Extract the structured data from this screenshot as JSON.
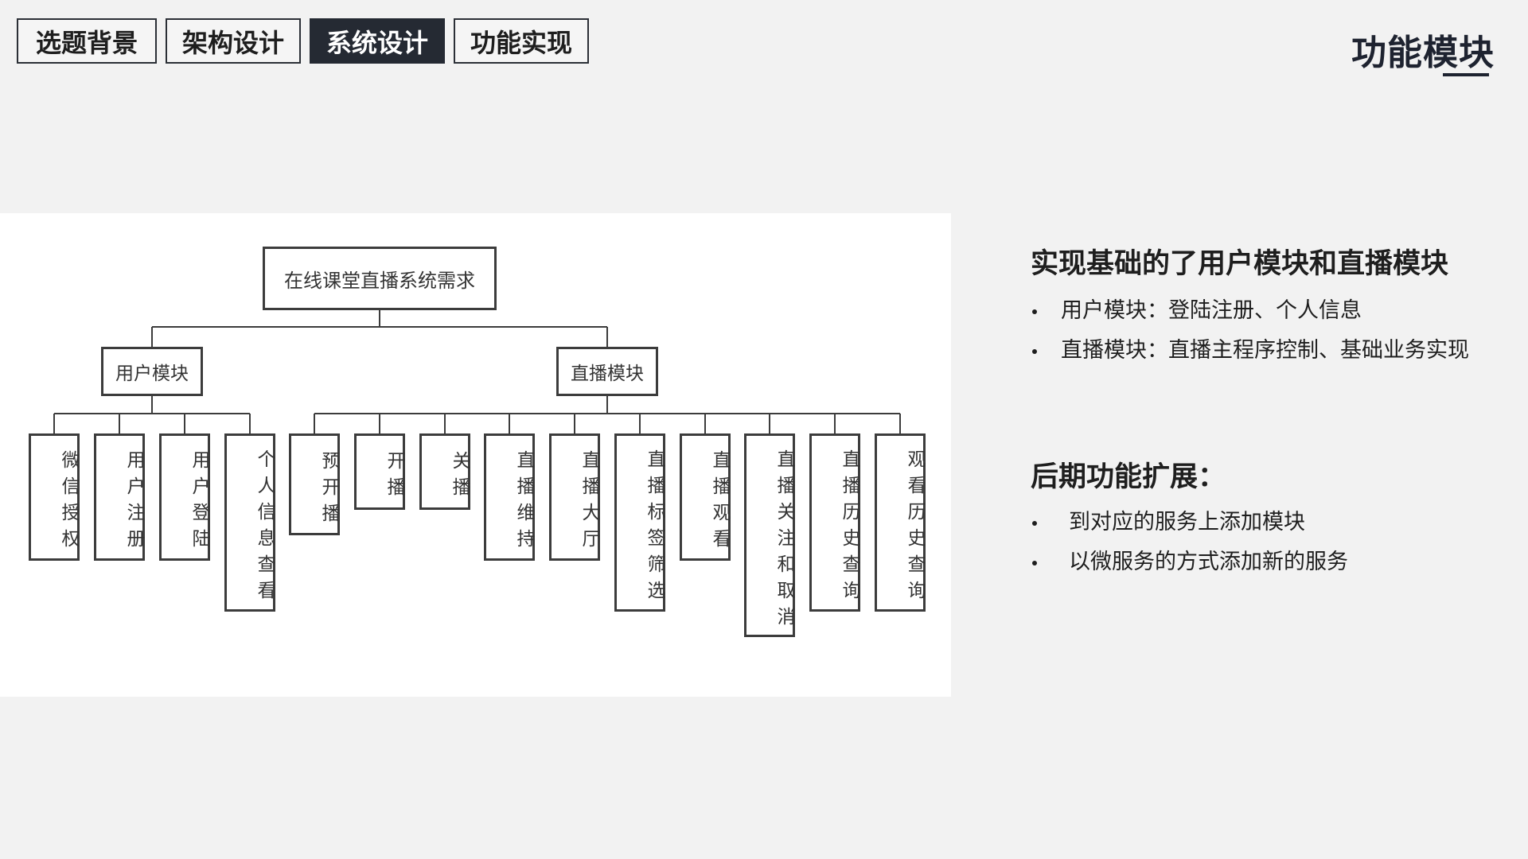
{
  "nav": {
    "tabs": [
      {
        "label": "选题背景",
        "active": false
      },
      {
        "label": "架构设计",
        "active": false
      },
      {
        "label": "系统设计",
        "active": true
      },
      {
        "label": "功能实现",
        "active": false
      }
    ]
  },
  "page_title": "功能模块",
  "diagram": {
    "root": "在线课堂直播系统需求",
    "branches": [
      {
        "label": "用户模块",
        "children": [
          "微信授权",
          "用户注册",
          "用户登陆",
          "个人信息查看"
        ]
      },
      {
        "label": "直播模块",
        "children": [
          "预开播",
          "开播",
          "关播",
          "直播维持",
          "直播大厅",
          "直播标签筛选",
          "直播观看",
          "直播关注和取消",
          "直播历史查询",
          "观看历史查询"
        ]
      }
    ]
  },
  "section1": {
    "heading": "实现基础的了用户模块和直播模块",
    "bullets": [
      "用户模块：登陆注册、个人信息",
      "直播模块：直播主程序控制、基础业务实现"
    ]
  },
  "section2": {
    "heading": "后期功能扩展：",
    "bullets": [
      "到对应的服务上添加模块",
      "以微服务的方式添加新的服务"
    ]
  },
  "colors": {
    "background": "#f2f2f2",
    "active_tab": "#252a33",
    "box_border": "#3c3c3c"
  }
}
